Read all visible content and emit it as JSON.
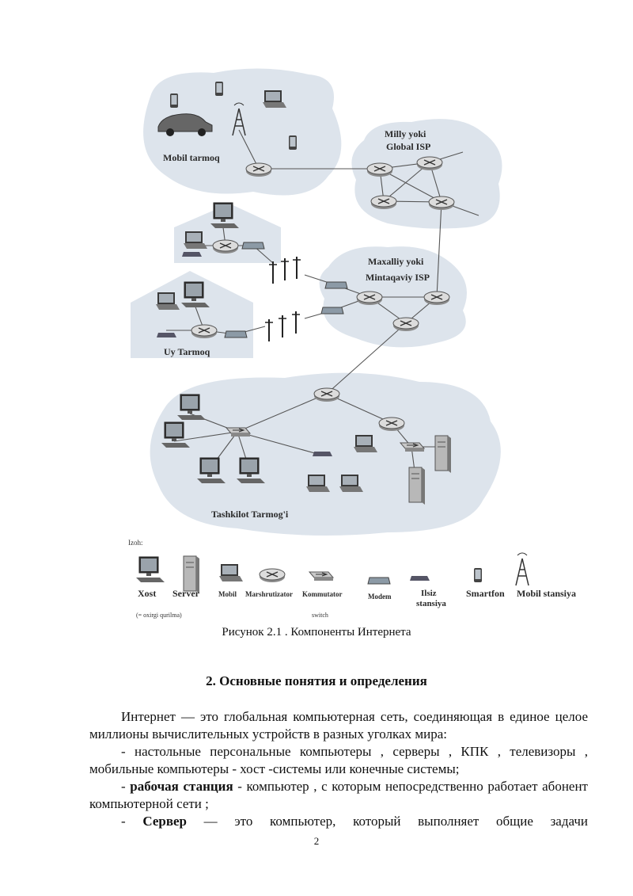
{
  "figure": {
    "labels": {
      "mobile_network": "Mobil tarmoq",
      "national_isp": "Milly yoki",
      "national_isp_2": "Global ISP",
      "local_isp": "Maxalliy yoki",
      "local_isp_2": "Mintaqaviy ISP",
      "home_network": "Uy Tarmoq",
      "org_network": "Tashkilot Tarmog'i"
    },
    "legend": {
      "title": "Izoh:",
      "items": [
        {
          "label": "Xost",
          "icon": "desktop-computer-icon"
        },
        {
          "label": "Server",
          "icon": "server-icon"
        },
        {
          "label": "Mobil",
          "icon": "mobile-laptop-icon"
        },
        {
          "label": "Marshrutizator",
          "icon": "router-icon"
        },
        {
          "label": "Kommutator",
          "icon": "switch-icon"
        },
        {
          "label": "Modem",
          "icon": "modem-icon"
        },
        {
          "label": "Ilsiz",
          "label2": "stansiya",
          "icon": "wireless-station-icon"
        },
        {
          "label": "Smartfon",
          "icon": "smartphone-icon"
        },
        {
          "label": "Mobil stansiya",
          "icon": "cell-tower-icon"
        }
      ],
      "note_left": "(= oxirgi qurilma)",
      "note_switch": "switch"
    }
  },
  "caption": "Рисунок 2.1 . Компоненты Интернета",
  "heading": "2. Основные понятия и определения",
  "paragraphs": {
    "p1": "Интернет — это глобальная компьютерная сеть, соединяющая в единое целое миллионы вычислительных устройств в разных уголках мира:",
    "p2": "- настольные персональные компьютеры , серверы , КПК , телевизоры , мобильные компьютеры - хост -системы или конечные системы;",
    "p3_prefix": "- ",
    "p3_bold": "рабочая станция",
    "p3_rest": " - компьютер , с которым непосредственно работает абонент компьютерной сети ;",
    "p4_prefix": "- ",
    "p4_bold": "Сервер",
    "p4_rest": " — это компьютер, который выполняет общие задачи"
  },
  "page_number": "2"
}
